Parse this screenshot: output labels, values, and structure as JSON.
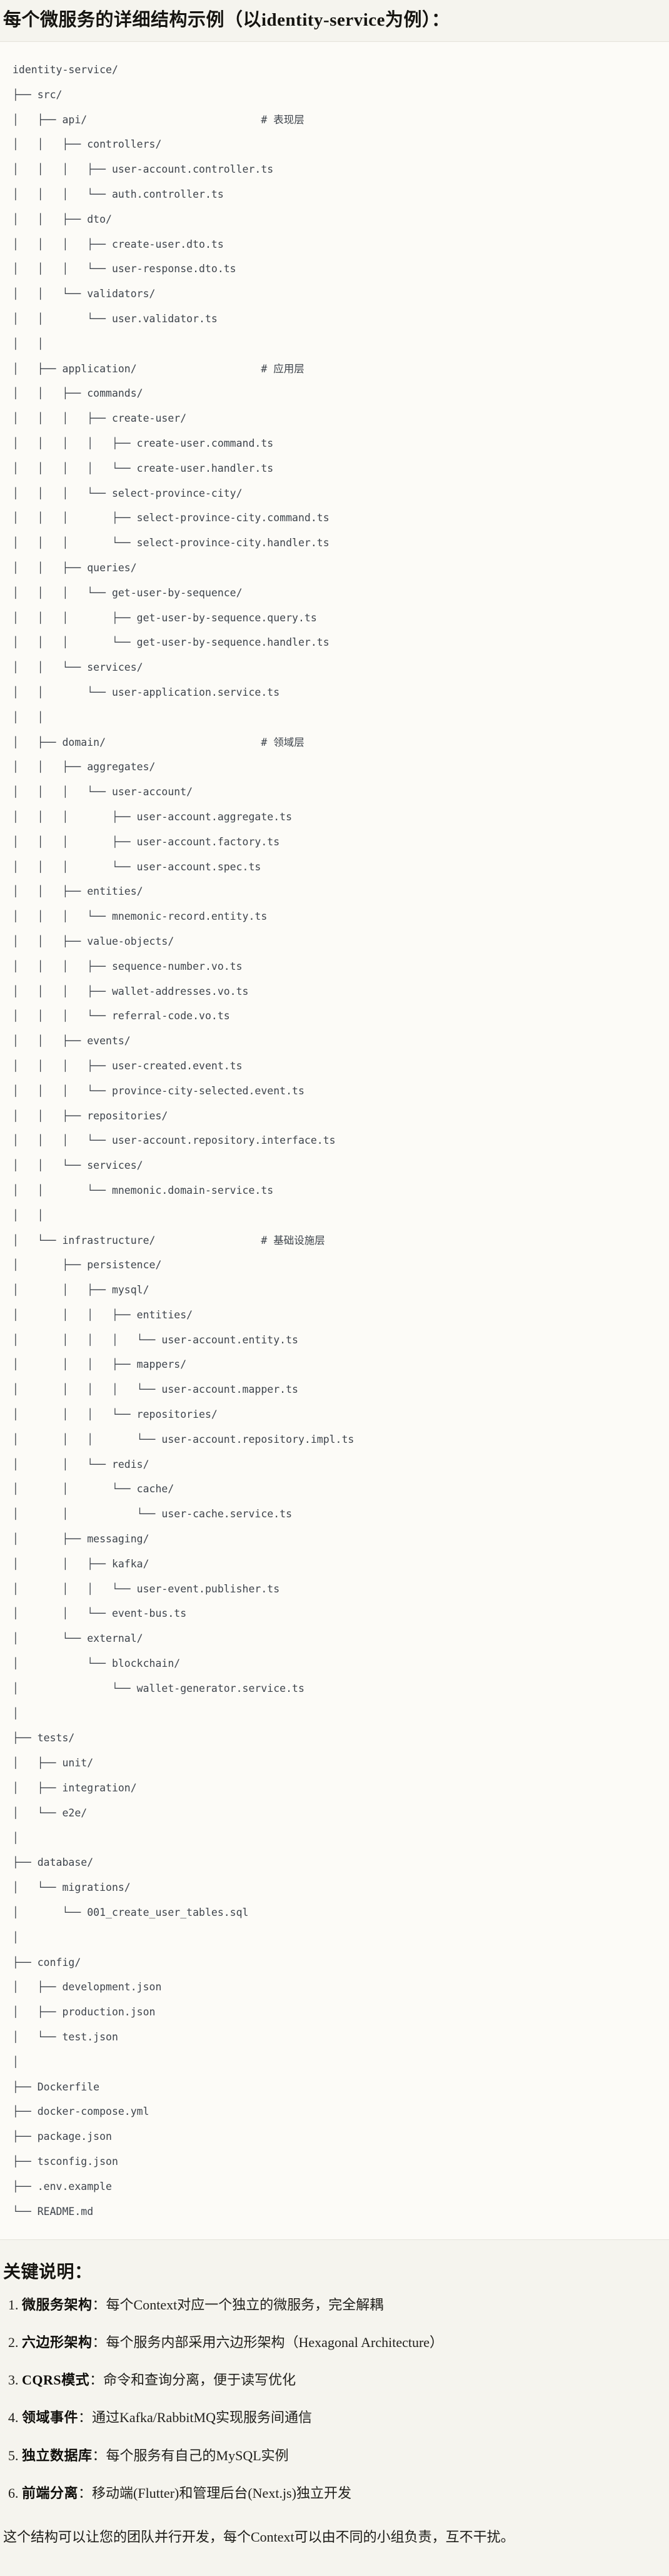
{
  "header": {
    "title": "每个微服务的详细结构示例（以identity-service为例）："
  },
  "tree": {
    "language": "plaintext",
    "lines": [
      "identity-service/",
      "├── src/",
      "│   ├── api/                            # 表现层",
      "│   │   ├── controllers/",
      "│   │   │   ├── user-account.controller.ts",
      "│   │   │   └── auth.controller.ts",
      "│   │   ├── dto/",
      "│   │   │   ├── create-user.dto.ts",
      "│   │   │   └── user-response.dto.ts",
      "│   │   └── validators/",
      "│   │       └── user.validator.ts",
      "│   │",
      "│   ├── application/                    # 应用层",
      "│   │   ├── commands/",
      "│   │   │   ├── create-user/",
      "│   │   │   │   ├── create-user.command.ts",
      "│   │   │   │   └── create-user.handler.ts",
      "│   │   │   └── select-province-city/",
      "│   │   │       ├── select-province-city.command.ts",
      "│   │   │       └── select-province-city.handler.ts",
      "│   │   ├── queries/",
      "│   │   │   └── get-user-by-sequence/",
      "│   │   │       ├── get-user-by-sequence.query.ts",
      "│   │   │       └── get-user-by-sequence.handler.ts",
      "│   │   └── services/",
      "│   │       └── user-application.service.ts",
      "│   │",
      "│   ├── domain/                         # 领域层",
      "│   │   ├── aggregates/",
      "│   │   │   └── user-account/",
      "│   │   │       ├── user-account.aggregate.ts",
      "│   │   │       ├── user-account.factory.ts",
      "│   │   │       └── user-account.spec.ts",
      "│   │   ├── entities/",
      "│   │   │   └── mnemonic-record.entity.ts",
      "│   │   ├── value-objects/",
      "│   │   │   ├── sequence-number.vo.ts",
      "│   │   │   ├── wallet-addresses.vo.ts",
      "│   │   │   └── referral-code.vo.ts",
      "│   │   ├── events/",
      "│   │   │   ├── user-created.event.ts",
      "│   │   │   └── province-city-selected.event.ts",
      "│   │   ├── repositories/",
      "│   │   │   └── user-account.repository.interface.ts",
      "│   │   └── services/",
      "│   │       └── mnemonic.domain-service.ts",
      "│   │",
      "│   └── infrastructure/                 # 基础设施层",
      "│       ├── persistence/",
      "│       │   ├── mysql/",
      "│       │   │   ├── entities/",
      "│       │   │   │   └── user-account.entity.ts",
      "│       │   │   ├── mappers/",
      "│       │   │   │   └── user-account.mapper.ts",
      "│       │   │   └── repositories/",
      "│       │   │       └── user-account.repository.impl.ts",
      "│       │   └── redis/",
      "│       │       └── cache/",
      "│       │           └── user-cache.service.ts",
      "│       ├── messaging/",
      "│       │   ├── kafka/",
      "│       │   │   └── user-event.publisher.ts",
      "│       │   └── event-bus.ts",
      "│       └── external/",
      "│           └── blockchain/",
      "│               └── wallet-generator.service.ts",
      "│",
      "├── tests/",
      "│   ├── unit/",
      "│   ├── integration/",
      "│   └── e2e/",
      "│",
      "├── database/",
      "│   └── migrations/",
      "│       └── 001_create_user_tables.sql",
      "│",
      "├── config/",
      "│   ├── development.json",
      "│   ├── production.json",
      "│   └── test.json",
      "│",
      "├── Dockerfile",
      "├── docker-compose.yml",
      "├── package.json",
      "├── tsconfig.json",
      "├── .env.example",
      "└── README.md"
    ]
  },
  "notes": {
    "heading": "关键说明：",
    "items": [
      {
        "term": "微服务架构",
        "sep": "：",
        "desc": "每个Context对应一个独立的微服务，完全解耦"
      },
      {
        "term": "六边形架构",
        "sep": "：",
        "desc": "每个服务内部采用六边形架构（Hexagonal Architecture）"
      },
      {
        "term": "CQRS模式",
        "sep": "：",
        "desc": "命令和查询分离，便于读写优化"
      },
      {
        "term": "领域事件",
        "sep": "：",
        "desc": "通过Kafka/RabbitMQ实现服务间通信"
      },
      {
        "term": "独立数据库",
        "sep": "：",
        "desc": "每个服务有自己的MySQL实例"
      },
      {
        "term": "前端分离",
        "sep": "：",
        "desc": "移动端(Flutter)和管理后台(Next.js)独立开发"
      }
    ],
    "footer": "这个结构可以让您的团队并行开发，每个Context可以由不同的小组负责，互不干扰。"
  },
  "colors": {
    "page_background": "#f5f4ee",
    "code_background": "#fcfbf7",
    "code_border": "#e5e3da",
    "tree_text": "#3d434b",
    "heading_text": "#151410"
  }
}
